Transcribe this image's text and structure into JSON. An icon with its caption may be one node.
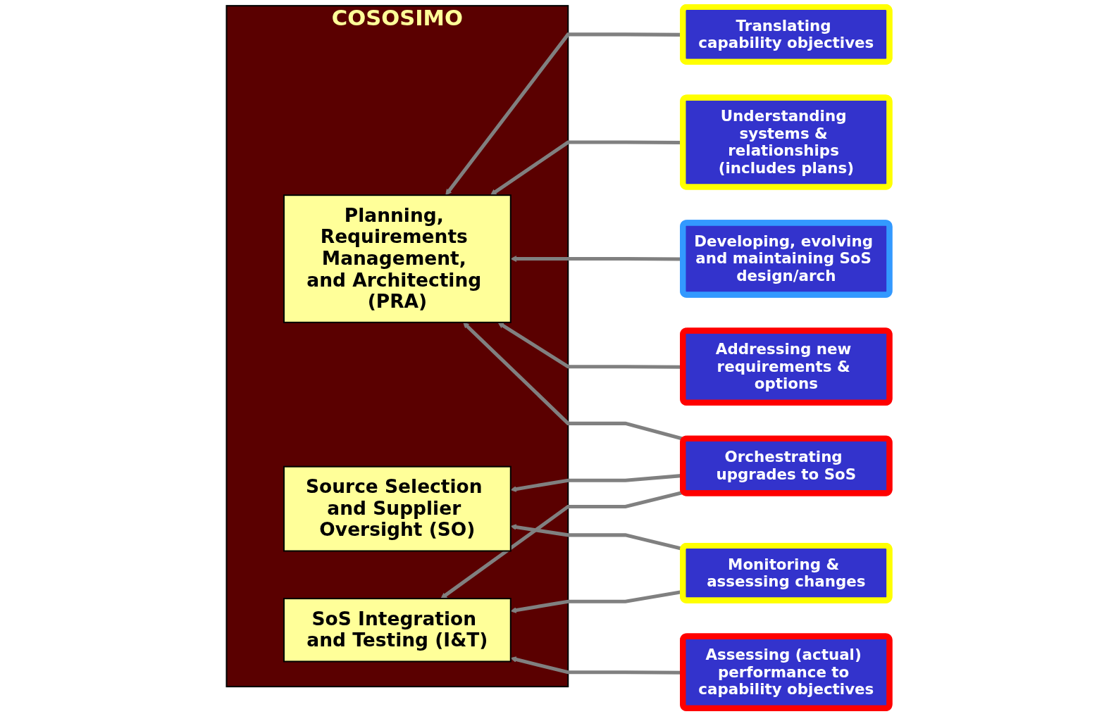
{
  "diagram": {
    "nodes": [
      {
        "text": [
          "COSOSIMO"
        ]
      },
      {
        "text": [
          "Planning, Requirements Management, and Architecting (PRA)"
        ],
        "in": 0
      },
      {
        "text": [
          "Source Selection and Supplier Oversight (SO)"
        ],
        "in": 0
      },
      {
        "text": [
          "SoS Integration and Testing (I&T)"
        ],
        "in": 0
      },
      {
        "text": [
          "Translating capability objectives"
        ]
      },
      {
        "text": [
          "Understanding systems & relationships (includes plans)"
        ]
      },
      {
        "text": [
          "Developing, evolving and maintaining SoS design/arch"
        ]
      },
      {
        "text": [
          "Addressing new requirements & options"
        ]
      },
      {
        "text": [
          "Orchestrating upgrades to SoS"
        ]
      },
      {
        "text": [
          "Assessing (actual) performance to capability objectives"
        ]
      },
      {
        "text": [
          "Monitoring & assessing changes"
        ]
      }
    ],
    "edges": [
      {
        "from": 4,
        "to": 1,
        "arrow": "to"
      },
      {
        "from": 5,
        "to": 1,
        "arrow": "to"
      },
      {
        "from": 6,
        "to": 1,
        "arrow": "to"
      },
      {
        "from": 7,
        "to": 1,
        "arrow": "to"
      },
      {
        "from": 8,
        "to": 1,
        "arrow": "to"
      },
      {
        "from": 8,
        "to": 2,
        "arrow": "to"
      },
      {
        "from": 8,
        "to": 3,
        "arrow": "to"
      },
      {
        "from": 9,
        "to": 3,
        "arrow": "to"
      },
      {
        "from": 10,
        "to": 2,
        "arrow": "to"
      },
      {
        "from": 10,
        "to": 3,
        "arrow": "to"
      }
    ]
  }
}
